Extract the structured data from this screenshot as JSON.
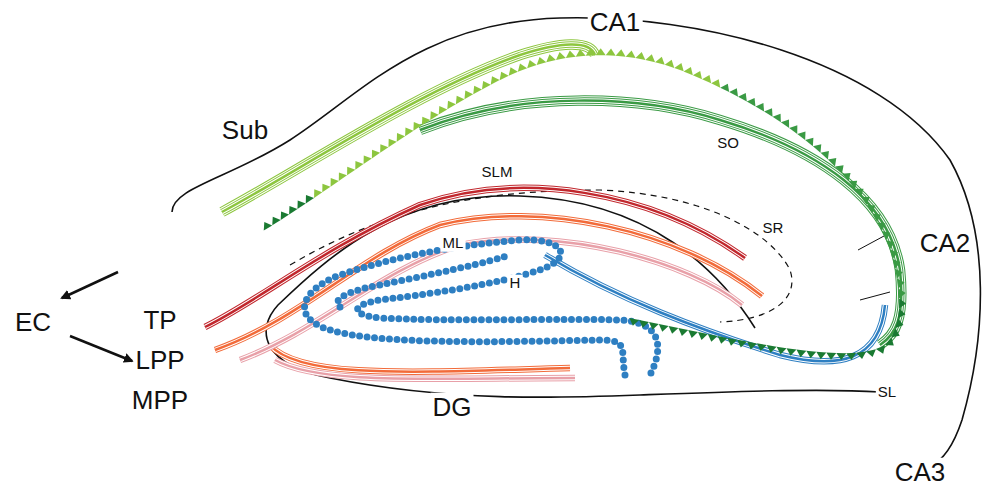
{
  "diagram": {
    "labels": [
      "CA1",
      "Sub",
      "SO",
      "SLM",
      "SR",
      "CA2",
      "ML",
      "H",
      "EC",
      "TP",
      "LPP",
      "MPP",
      "SL",
      "DG",
      "CA3"
    ]
  }
}
